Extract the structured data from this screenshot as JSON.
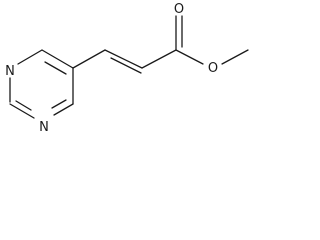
{
  "molecule": {
    "atoms": {
      "n1": "N",
      "n3": "N",
      "o_carbonyl": "O",
      "o_ester": "O"
    }
  }
}
